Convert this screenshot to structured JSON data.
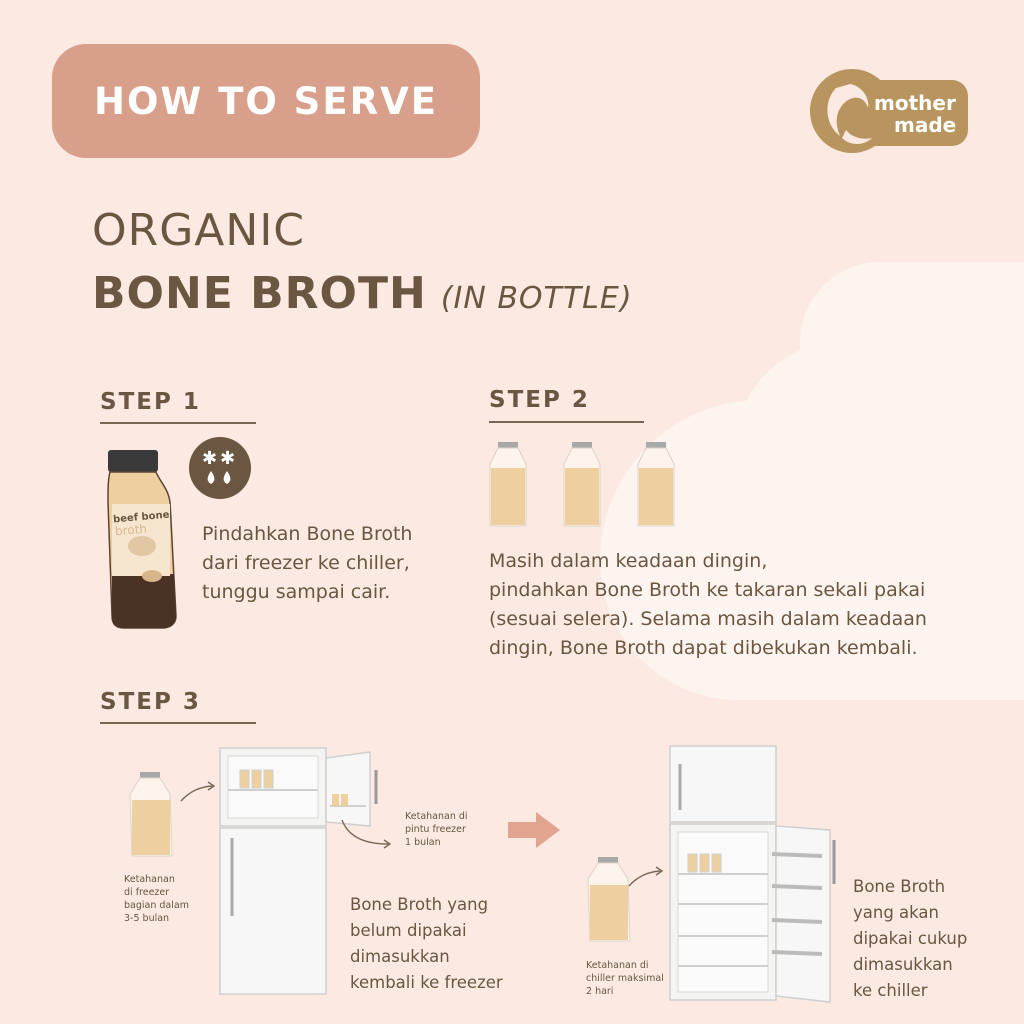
{
  "header": {
    "banner_label": "HOW TO SERVE",
    "title_line1": "ORGANIC",
    "title_line2": "BONE BROTH",
    "title_sub": "(IN BOTTLE)"
  },
  "brand": {
    "name_line1": "mother",
    "name_line2": "made",
    "color": "#b8955e"
  },
  "colors": {
    "background": "#fbe9e2",
    "banner": "#d8a08a",
    "text": "#6b5641",
    "broth": "#eecfa0",
    "arrow": "#e0a48f"
  },
  "step1": {
    "label": "STEP 1",
    "text_lines": [
      "Pindahkan Bone Broth",
      "dari freezer ke chiller,",
      "tunggu sampai cair."
    ],
    "bottle_label": {
      "line1": "beef bone",
      "line2": "broth"
    }
  },
  "step2": {
    "label": "STEP 2",
    "text_lines": [
      "Masih dalam keadaan dingin,",
      "pindahkan Bone Broth ke takaran sekali pakai",
      "(sesuai selera). Selama masih dalam keadaan",
      "dingin, Bone Broth dapat dibekukan kembali."
    ]
  },
  "step3": {
    "label": "STEP 3",
    "freezer_inner_note": [
      "Ketahanan",
      "di freezer",
      "bagian dalam",
      "3-5 bulan"
    ],
    "freezer_door_note": [
      "Ketahanan di",
      "pintu freezer",
      "1 bulan"
    ],
    "freezer_text": [
      "Bone Broth yang",
      "belum dipakai",
      "dimasukkan",
      "kembali ke freezer"
    ],
    "chiller_note": [
      "Ketahanan di",
      "chiller maksimal",
      "2 hari"
    ],
    "chiller_text": [
      "Bone Broth",
      "yang akan",
      "dipakai cukup",
      "dimasukkan",
      "ke chiller"
    ]
  }
}
